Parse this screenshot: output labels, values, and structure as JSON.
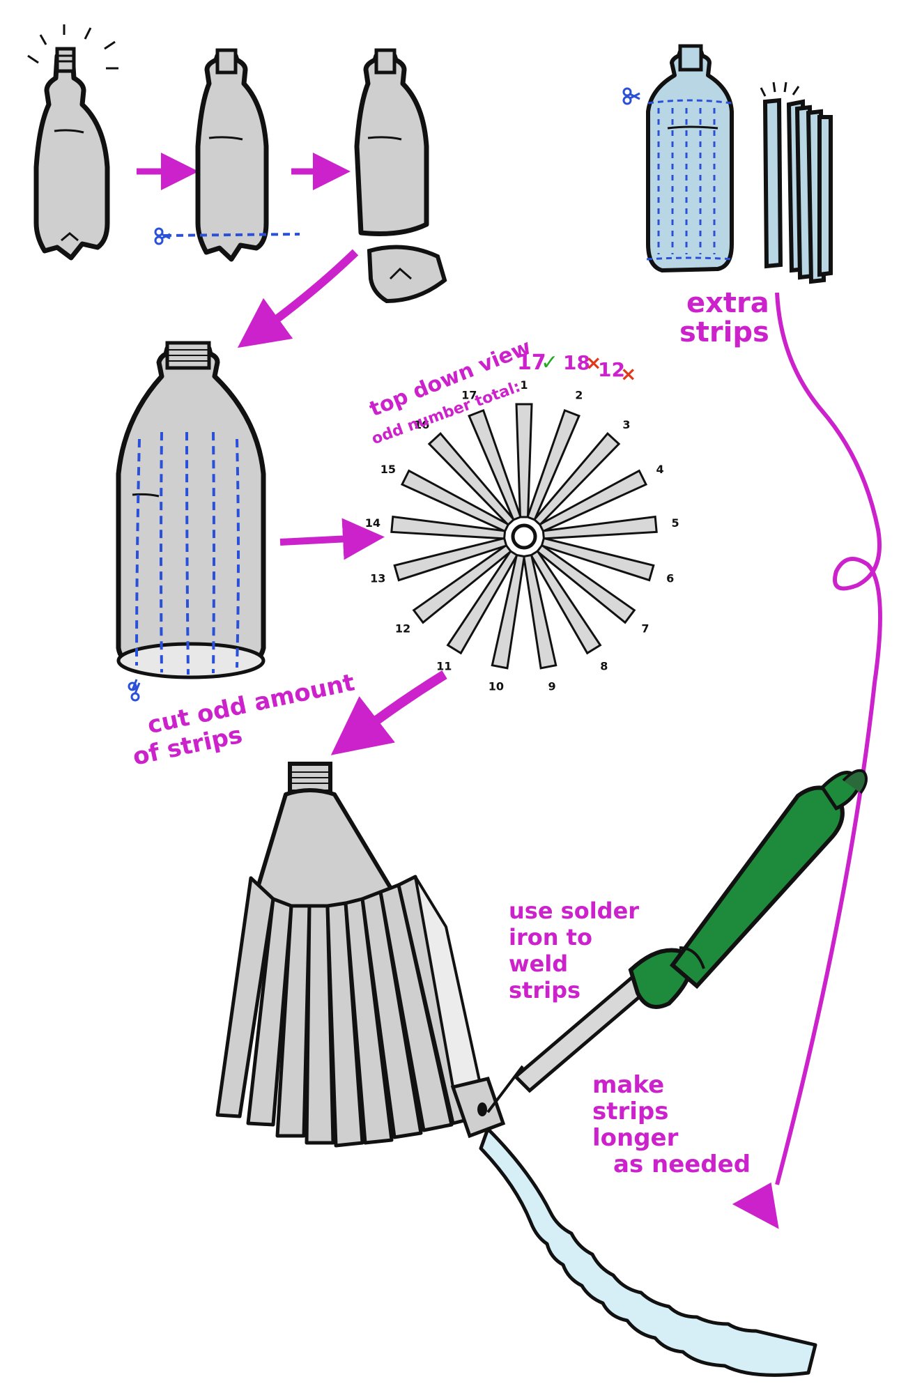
{
  "labels": {
    "extra_strips_line1": "extra",
    "extra_strips_line2": "strips",
    "top_down_view": "top down view",
    "odd_number_total": "odd number total:",
    "choice_good": "17",
    "choice_bad_1": "18",
    "choice_bad_2": "12",
    "good_mark": "✓",
    "bad_mark": "×",
    "cut_line1": "cut odd amount",
    "cut_line2": "of strips",
    "solder_line1": "use solder",
    "solder_line2": "iron to",
    "solder_line3": "weld",
    "solder_line4": "strips",
    "longer_line1": "make",
    "longer_line2": "strips",
    "longer_line3": "longer",
    "longer_line4": "as needed"
  },
  "strip_numbers": [
    "1",
    "2",
    "3",
    "4",
    "5",
    "6",
    "7",
    "8",
    "9",
    "10",
    "11",
    "12",
    "13",
    "14",
    "15",
    "16",
    "17"
  ],
  "colors": {
    "bottle_gray": "#cfcfcf",
    "outline": "#111111",
    "arrow_magenta": "#cc22cc",
    "cut_blue": "#2a50d8",
    "clear_bottle": "#b9d6e4",
    "strip_light_blue": "#d6eef6",
    "iron_green": "#1e8a3c",
    "check_green": "#22aa22",
    "cross_red": "#e03a1a"
  },
  "icons": {
    "scissors": "scissors-icon",
    "check": "check-icon",
    "cross": "cross-icon"
  }
}
